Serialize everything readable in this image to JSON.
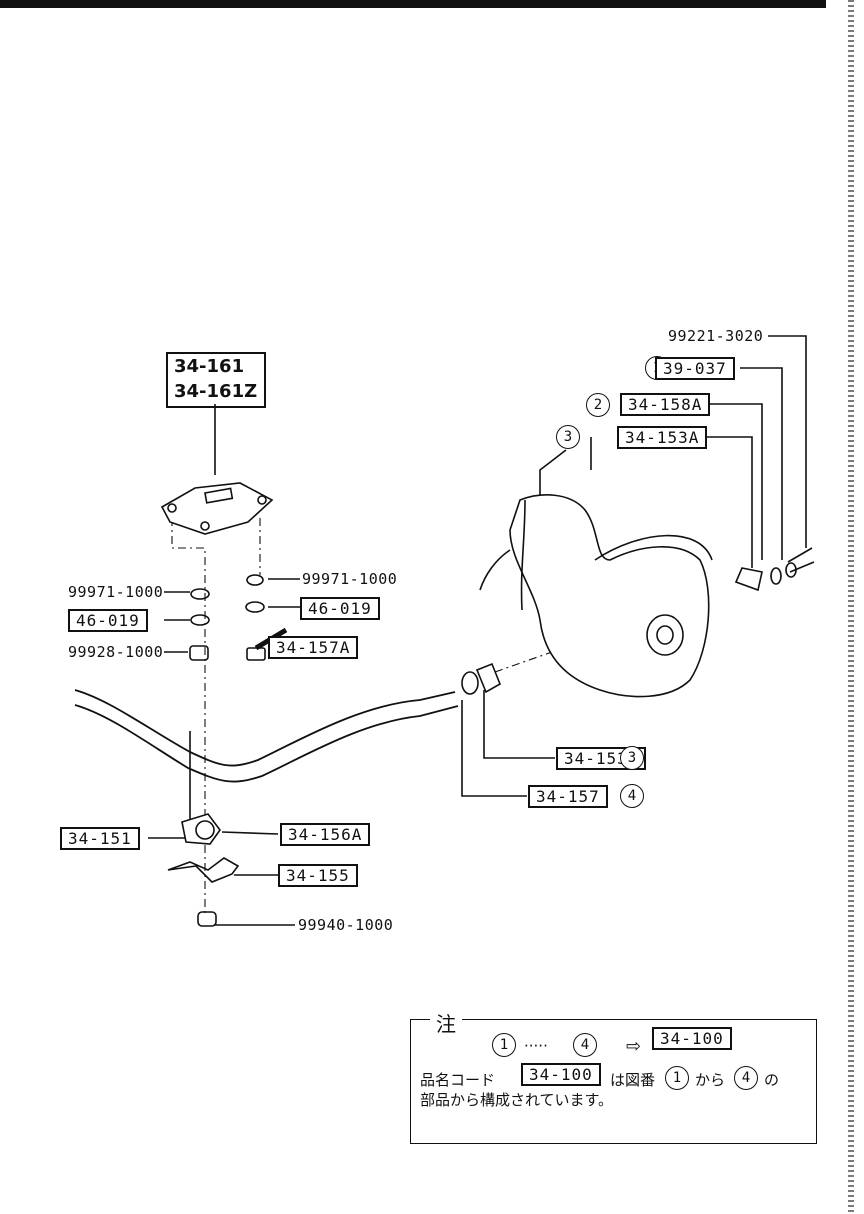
{
  "diagram": {
    "group_part_lines": [
      "34-161",
      "34-161Z"
    ],
    "parts": {
      "p_99221": "99221-3020",
      "p_39037": "39-037",
      "p_34158A": "34-158A",
      "p_34153A_top": "34-153A",
      "p_99971_left": "99971-1000",
      "p_99971_right": "99971-1000",
      "p_46019_left": "46-019",
      "p_46019_right": "46-019",
      "p_99928": "99928-1000",
      "p_34157A": "34-157A",
      "p_34153A_mid": "34-153A",
      "p_34157": "34-157",
      "p_34151": "34-151",
      "p_34156A": "34-156A",
      "p_34155": "34-155",
      "p_99940": "99940-1000"
    },
    "circled_numbers": {
      "c1": "1",
      "c2": "2",
      "c3": "3",
      "c3_mid": "3",
      "c4_mid": "4"
    }
  },
  "note": {
    "title": "注",
    "range_start": "1",
    "range_dots": "·····",
    "range_end": "4",
    "arrow": "⇨",
    "assembly_code": "34-100",
    "line1_prefix": "品名コード",
    "line1_code": "34-100",
    "line1_mid": "は図番",
    "line1_c1": "1",
    "line1_kara": "から",
    "line1_c4": "4",
    "line1_no": "の",
    "line2": "部品から構成されています。"
  }
}
